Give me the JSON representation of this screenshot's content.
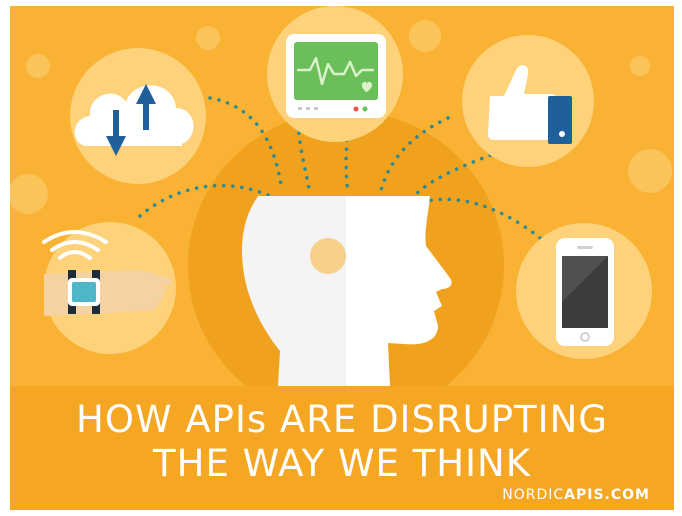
{
  "headline": {
    "line1": "HOW APIs ARE DISRUPTING",
    "line2": "THE WAY WE THINK"
  },
  "brand": {
    "light": "NORDIC",
    "bold": "APIS.COM"
  },
  "colors": {
    "background": "#f9b233",
    "banner": "#f5a723",
    "bubble": "#fdd27a",
    "head_halo": "#f0a21e",
    "head": "#ffffff",
    "dots": "#2a8a95",
    "blue": "#1f5f9c",
    "monitor_green": "#6bbf59"
  },
  "icons": [
    "cloud-sync-icon",
    "heart-monitor-icon",
    "thumbs-up-icon",
    "smartwatch-icon",
    "smartphone-icon",
    "head-icon"
  ]
}
